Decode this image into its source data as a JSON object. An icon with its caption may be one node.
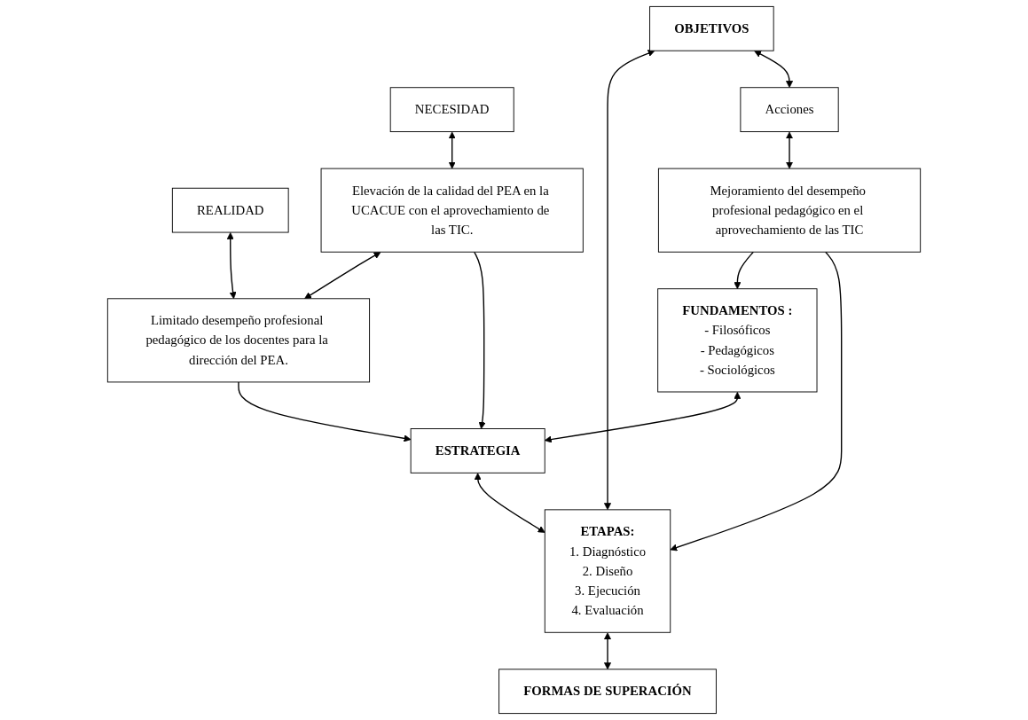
{
  "diagram": {
    "nodes": [
      {
        "text": [
          "NECESIDAD"
        ]
      },
      {
        "text": [
          "REALIDAD"
        ]
      },
      {
        "text": [
          "Elevación de la calidad del PEA en la UCACUE con el aprovechamiento de las TIC."
        ]
      },
      {
        "text": [
          "Limitado desempeño profesional pedagógico de los docentes para la dirección del PEA."
        ]
      },
      {
        "text": [
          "FUNDAMENTOS :",
          "- Filosóficos",
          "- Pedagógicos",
          "- Sociológicos"
        ]
      },
      {
        "text": [
          "ESTRATEGIA"
        ]
      },
      {
        "text": [
          "ETAPAS:",
          "1. Diagnóstico",
          "2. Diseño",
          "3. Ejecución",
          "4. Evaluación"
        ]
      },
      {
        "text": [
          "OBJETIVOS"
        ]
      },
      {
        "text": [
          "Acciones"
        ]
      },
      {
        "text": [
          "FORMAS DE SUPERACIÓN"
        ]
      },
      {
        "text": [
          "Mejoramiento del desempeño profesional pedagógico en el aprovechamiento de las TIC"
        ]
      }
    ],
    "edges": [
      {
        "from": 0,
        "to": 2,
        "arrow": "both"
      },
      {
        "from": 1,
        "to": 3,
        "arrow": "both"
      },
      {
        "from": 2,
        "to": 3,
        "arrow": "both"
      },
      {
        "from": 2,
        "to": 5,
        "arrow": "to"
      },
      {
        "from": 3,
        "to": 5,
        "arrow": "to"
      },
      {
        "from": 4,
        "to": 5,
        "arrow": "both"
      },
      {
        "from": 5,
        "to": 6,
        "arrow": "both"
      },
      {
        "from": 7,
        "to": 6,
        "arrow": "both"
      },
      {
        "from": 7,
        "to": 8,
        "arrow": "both"
      },
      {
        "from": 6,
        "to": 9,
        "arrow": "both"
      },
      {
        "from": 8,
        "to": 10,
        "arrow": "both"
      },
      {
        "from": 10,
        "to": 4,
        "arrow": "to"
      },
      {
        "from": 10,
        "to": 6,
        "arrow": "to"
      }
    ]
  }
}
